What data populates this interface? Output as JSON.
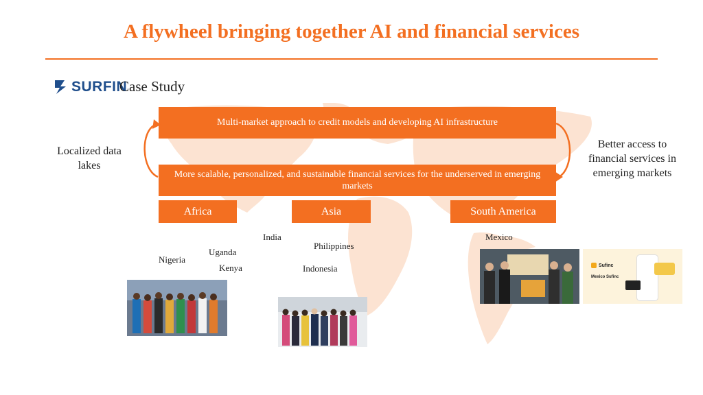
{
  "slide": {
    "title": "A flywheel bringing together AI and financial services",
    "logo_text": "SURFIN",
    "case_study_label": "Case Study"
  },
  "flywheel": {
    "top_box": "Multi-market approach to credit models and developing AI infrastructure",
    "bottom_box": "More scalable, personalized, and sustainable financial services for the underserved in emerging markets",
    "left_label": "Localized data lakes",
    "right_label": "Better access to financial services in emerging markets"
  },
  "regions": [
    {
      "name": "Africa",
      "countries": [
        "Nigeria",
        "Uganda",
        "Kenya"
      ]
    },
    {
      "name": "Asia",
      "countries": [
        "India",
        "Philippines",
        "Indonesia"
      ]
    },
    {
      "name": "South America",
      "countries": [
        "Mexico"
      ]
    }
  ],
  "photos": [
    {
      "name": "africa-team-photo"
    },
    {
      "name": "asia-team-photo"
    },
    {
      "name": "mexico-team-photo"
    },
    {
      "name": "mexico-app-screenshot",
      "brand": "Sufinc",
      "caption": "Mexico Sufinc"
    }
  ],
  "colors": {
    "accent": "#F36F21",
    "map": "#FCE3D2",
    "logo": "#1F4E8C"
  }
}
